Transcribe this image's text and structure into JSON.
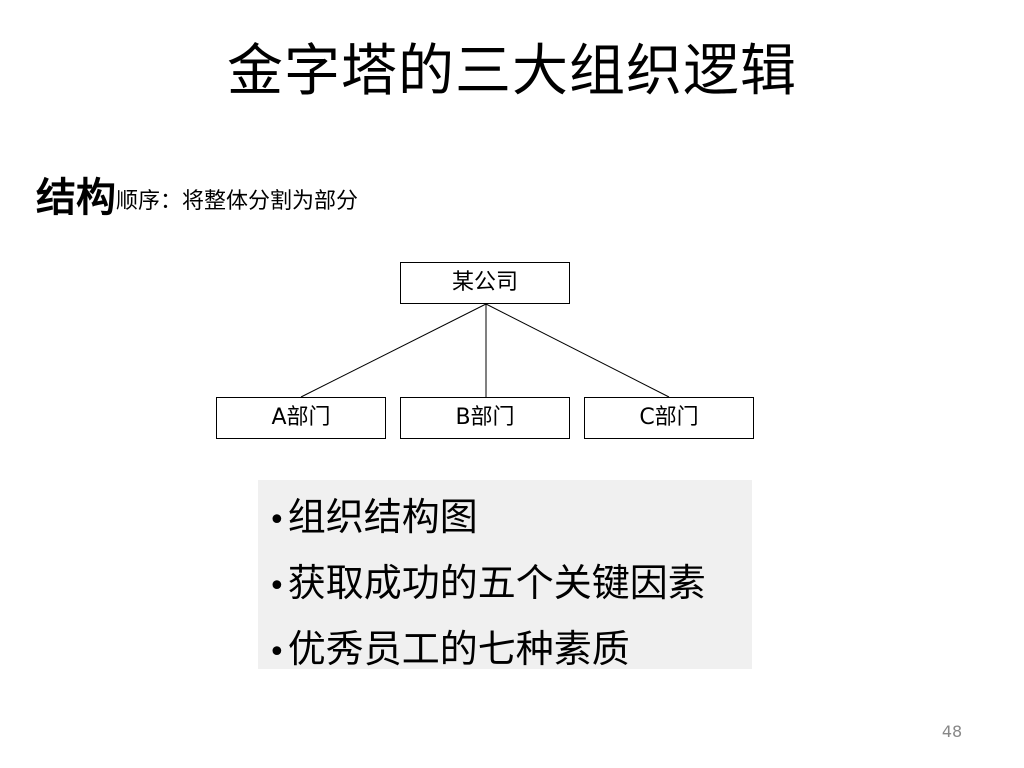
{
  "slide": {
    "title": "金字塔的三大组织逻辑",
    "page_number": "48"
  },
  "section": {
    "keyword": "结构",
    "description": "顺序：将整体分割为部分"
  },
  "org_chart": {
    "root": "某公司",
    "children": [
      "A部门",
      "B部门",
      "C部门"
    ]
  },
  "examples": {
    "bullet": "•",
    "items": [
      "组织结构图",
      "获取成功的五个关键因素",
      "优秀员工的七种素质"
    ]
  }
}
